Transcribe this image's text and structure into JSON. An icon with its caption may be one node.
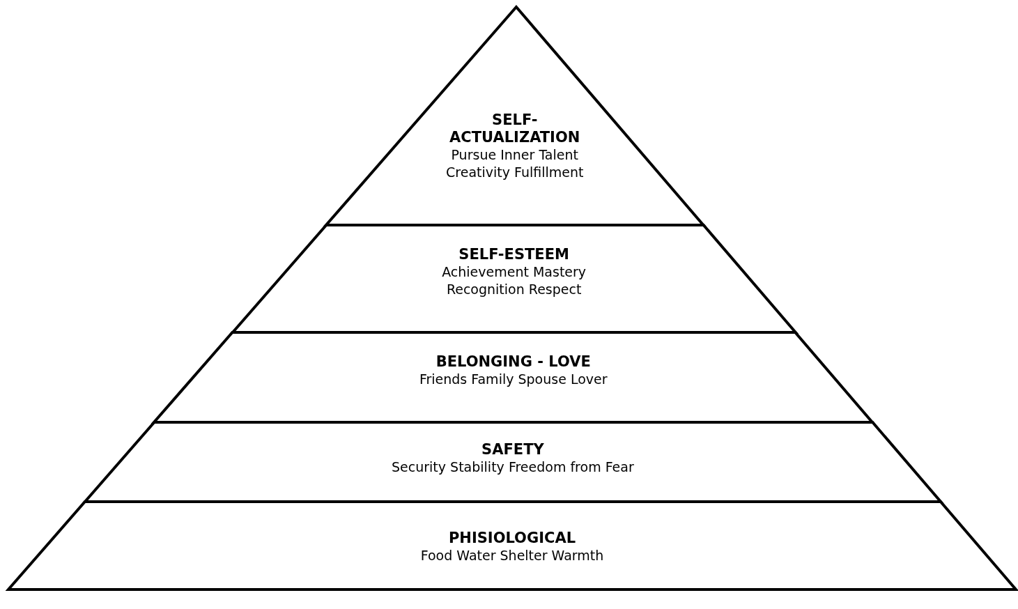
{
  "diagram": {
    "nodes": [
      {
        "text": [
          "SELF-ACTUALIZATION",
          "Pursue Inner Talent Creativity Fulfillment"
        ]
      },
      {
        "text": [
          "SELF-ESTEEM",
          "Achievement Mastery Recognition Respect"
        ]
      },
      {
        "text": [
          "BELONGING - LOVE",
          "Friends Family Spouse Lover"
        ]
      },
      {
        "text": [
          "SAFETY",
          "Security Stability Freedom from Fear"
        ]
      },
      {
        "text": [
          "PHISIOLOGICAL",
          "Food Water Shelter Warmth"
        ]
      }
    ],
    "edges": []
  }
}
